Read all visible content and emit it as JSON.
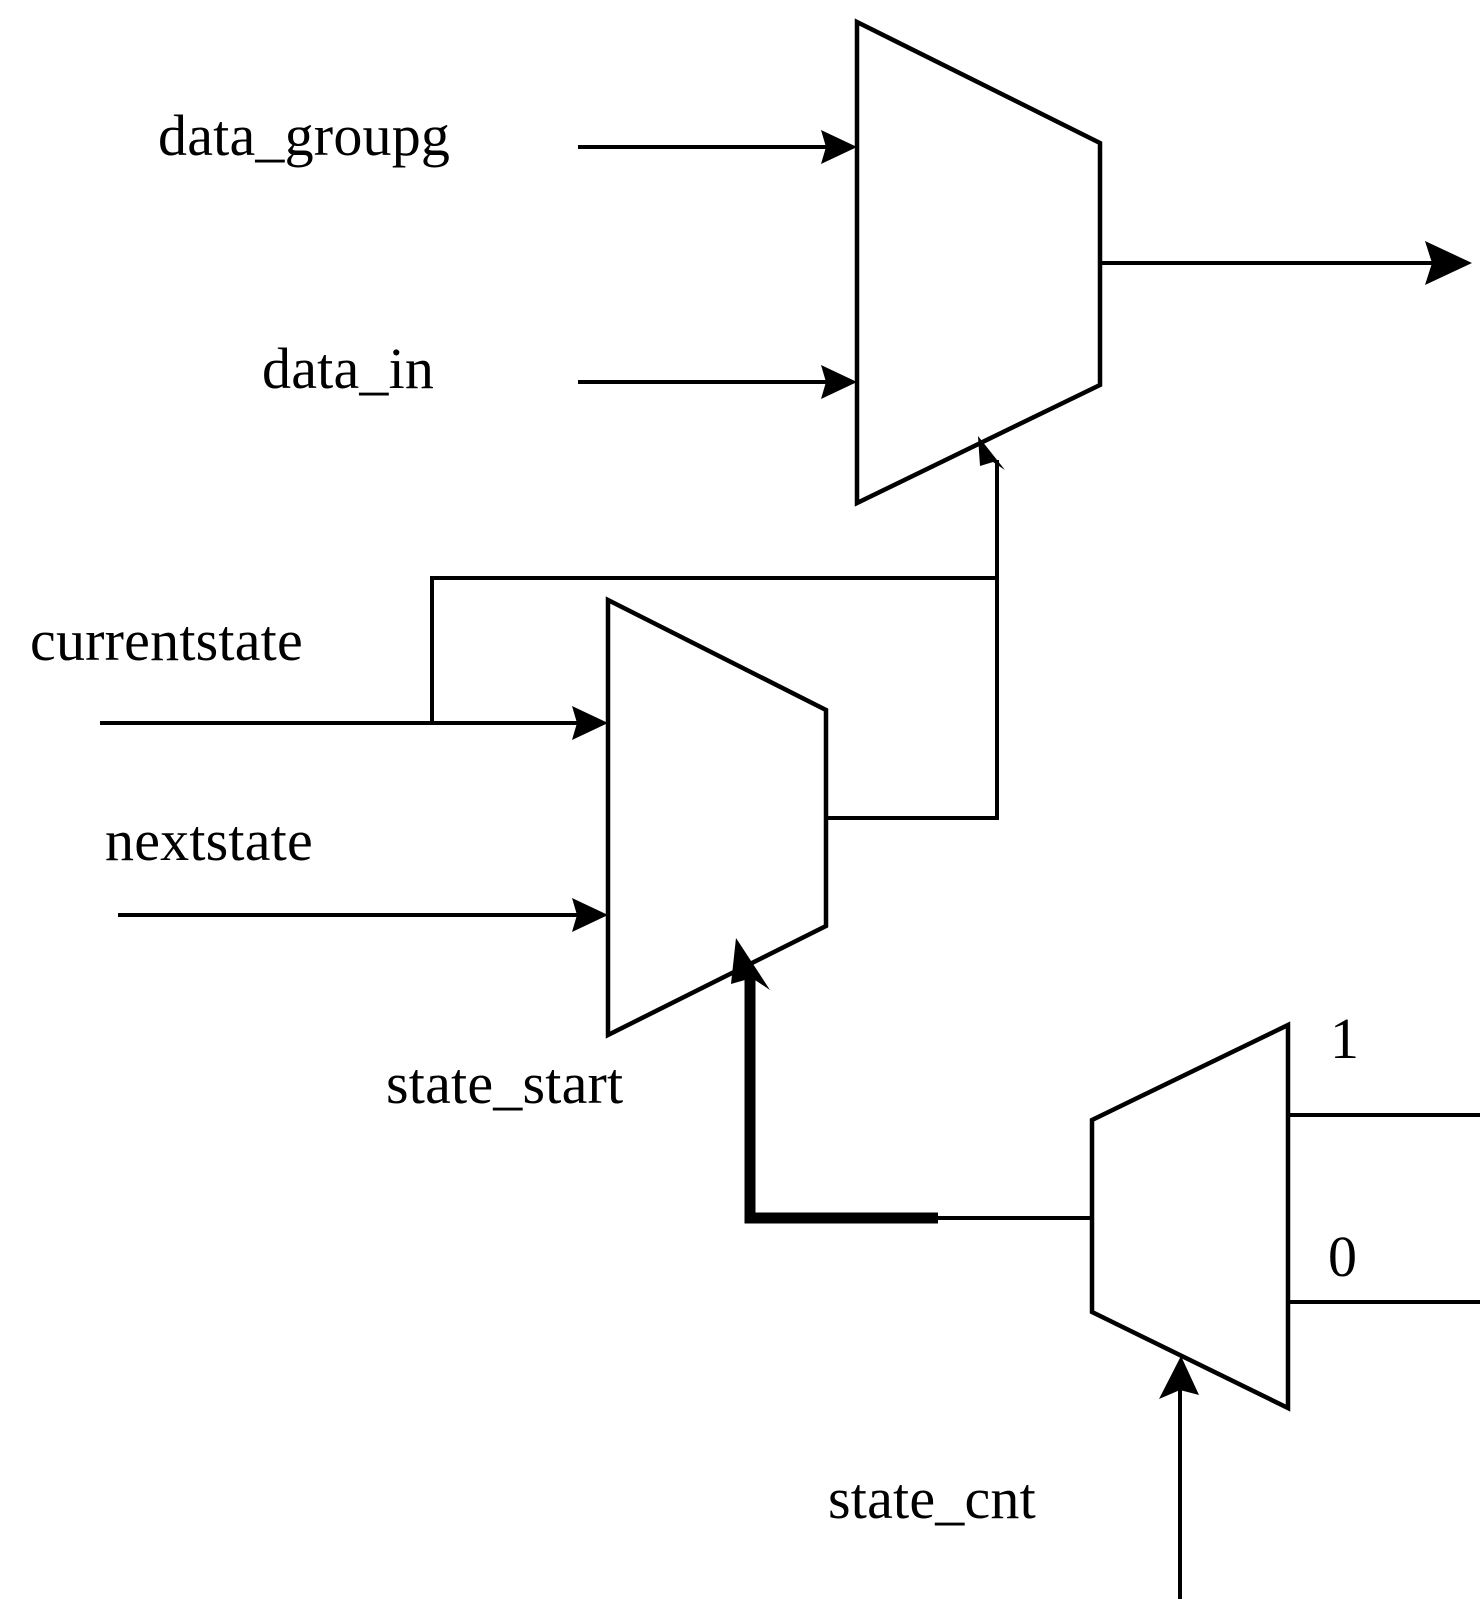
{
  "diagram": {
    "title": "multiplexer-datapath",
    "background_color": "#ffffff",
    "line_color": "#000000",
    "labels": {
      "data_groupg": "data_groupg",
      "data_in": "data_in",
      "currentstate": "currentstate",
      "nextstate": "nextstate",
      "state_start": "state_start",
      "state_cnt": "state_cnt",
      "out_one": "1",
      "out_zero": "0"
    },
    "components": [
      {
        "id": "mux-data",
        "type": "multiplexer",
        "orientation": "wide-left",
        "inputs": [
          "data_groupg",
          "data_in"
        ],
        "select": "mux-state-output",
        "outputs": [
          "data-mux-output"
        ]
      },
      {
        "id": "mux-state",
        "type": "multiplexer",
        "orientation": "wide-left",
        "inputs": [
          "currentstate",
          "nextstate"
        ],
        "select": "state_start",
        "outputs": [
          "mux-state-output"
        ]
      },
      {
        "id": "mux-counter",
        "type": "multiplexer",
        "orientation": "wide-right",
        "inputs": [
          "state_start"
        ],
        "select": "state_cnt",
        "outputs": [
          "1",
          "0"
        ]
      }
    ]
  }
}
